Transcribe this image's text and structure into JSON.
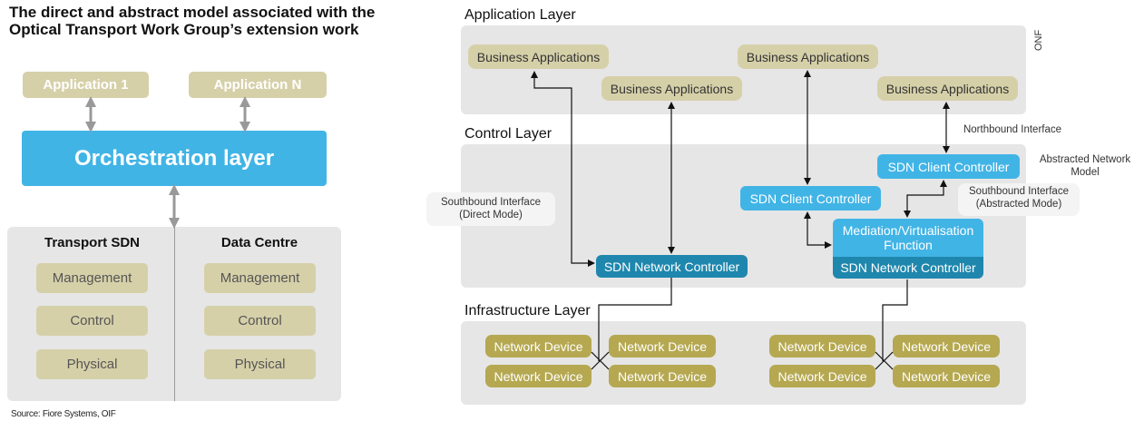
{
  "title": {
    "line1": "The direct and abstract model associated with the",
    "line2": "Optical Transport Work Group’s extension work"
  },
  "source": "Source: Fiore Systems, OIF",
  "left_diagram": {
    "app1": "Application 1",
    "appN": "Application N",
    "orchestration": "Orchestration layer",
    "transport_sdn": {
      "heading": "Transport SDN",
      "items": [
        "Management",
        "Control",
        "Physical"
      ]
    },
    "data_centre": {
      "heading": "Data Centre",
      "items": [
        "Management",
        "Control",
        "Physical"
      ]
    }
  },
  "right_diagram": {
    "application_layer": "Application Layer",
    "control_layer": "Control Layer",
    "infrastructure_layer": "Infrastructure Layer",
    "onf": "ONF",
    "business_apps": [
      "Business Applications",
      "Business Applications",
      "Business Applications",
      "Business Applications"
    ],
    "northbound": "Northbound Interface",
    "abstracted_model": {
      "line1": "Abstracted Network",
      "line2": "Model"
    },
    "southbound_direct": {
      "line1": "Southbound Interface",
      "line2": "(Direct Mode)"
    },
    "southbound_abstracted": {
      "line1": "Southbound Interface",
      "line2": "(Abstracted Mode)"
    },
    "sdn_client_controller_1": "SDN Client Controller",
    "sdn_client_controller_2": "SDN Client Controller",
    "sdn_network_controller_1": "SDN Network Controller",
    "mediation": {
      "line1": "Mediation/Virtualisation",
      "line2": "Function"
    },
    "sdn_network_controller_2": "SDN Network Controller",
    "network_device": "Network Device"
  },
  "colors": {
    "pill_beige": "#d6d0a9",
    "orchestration_blue": "#41b4e6",
    "dark_blue": "#1f87ad",
    "device_olive": "#b5a851",
    "panel_grey": "#e6e6e6"
  }
}
